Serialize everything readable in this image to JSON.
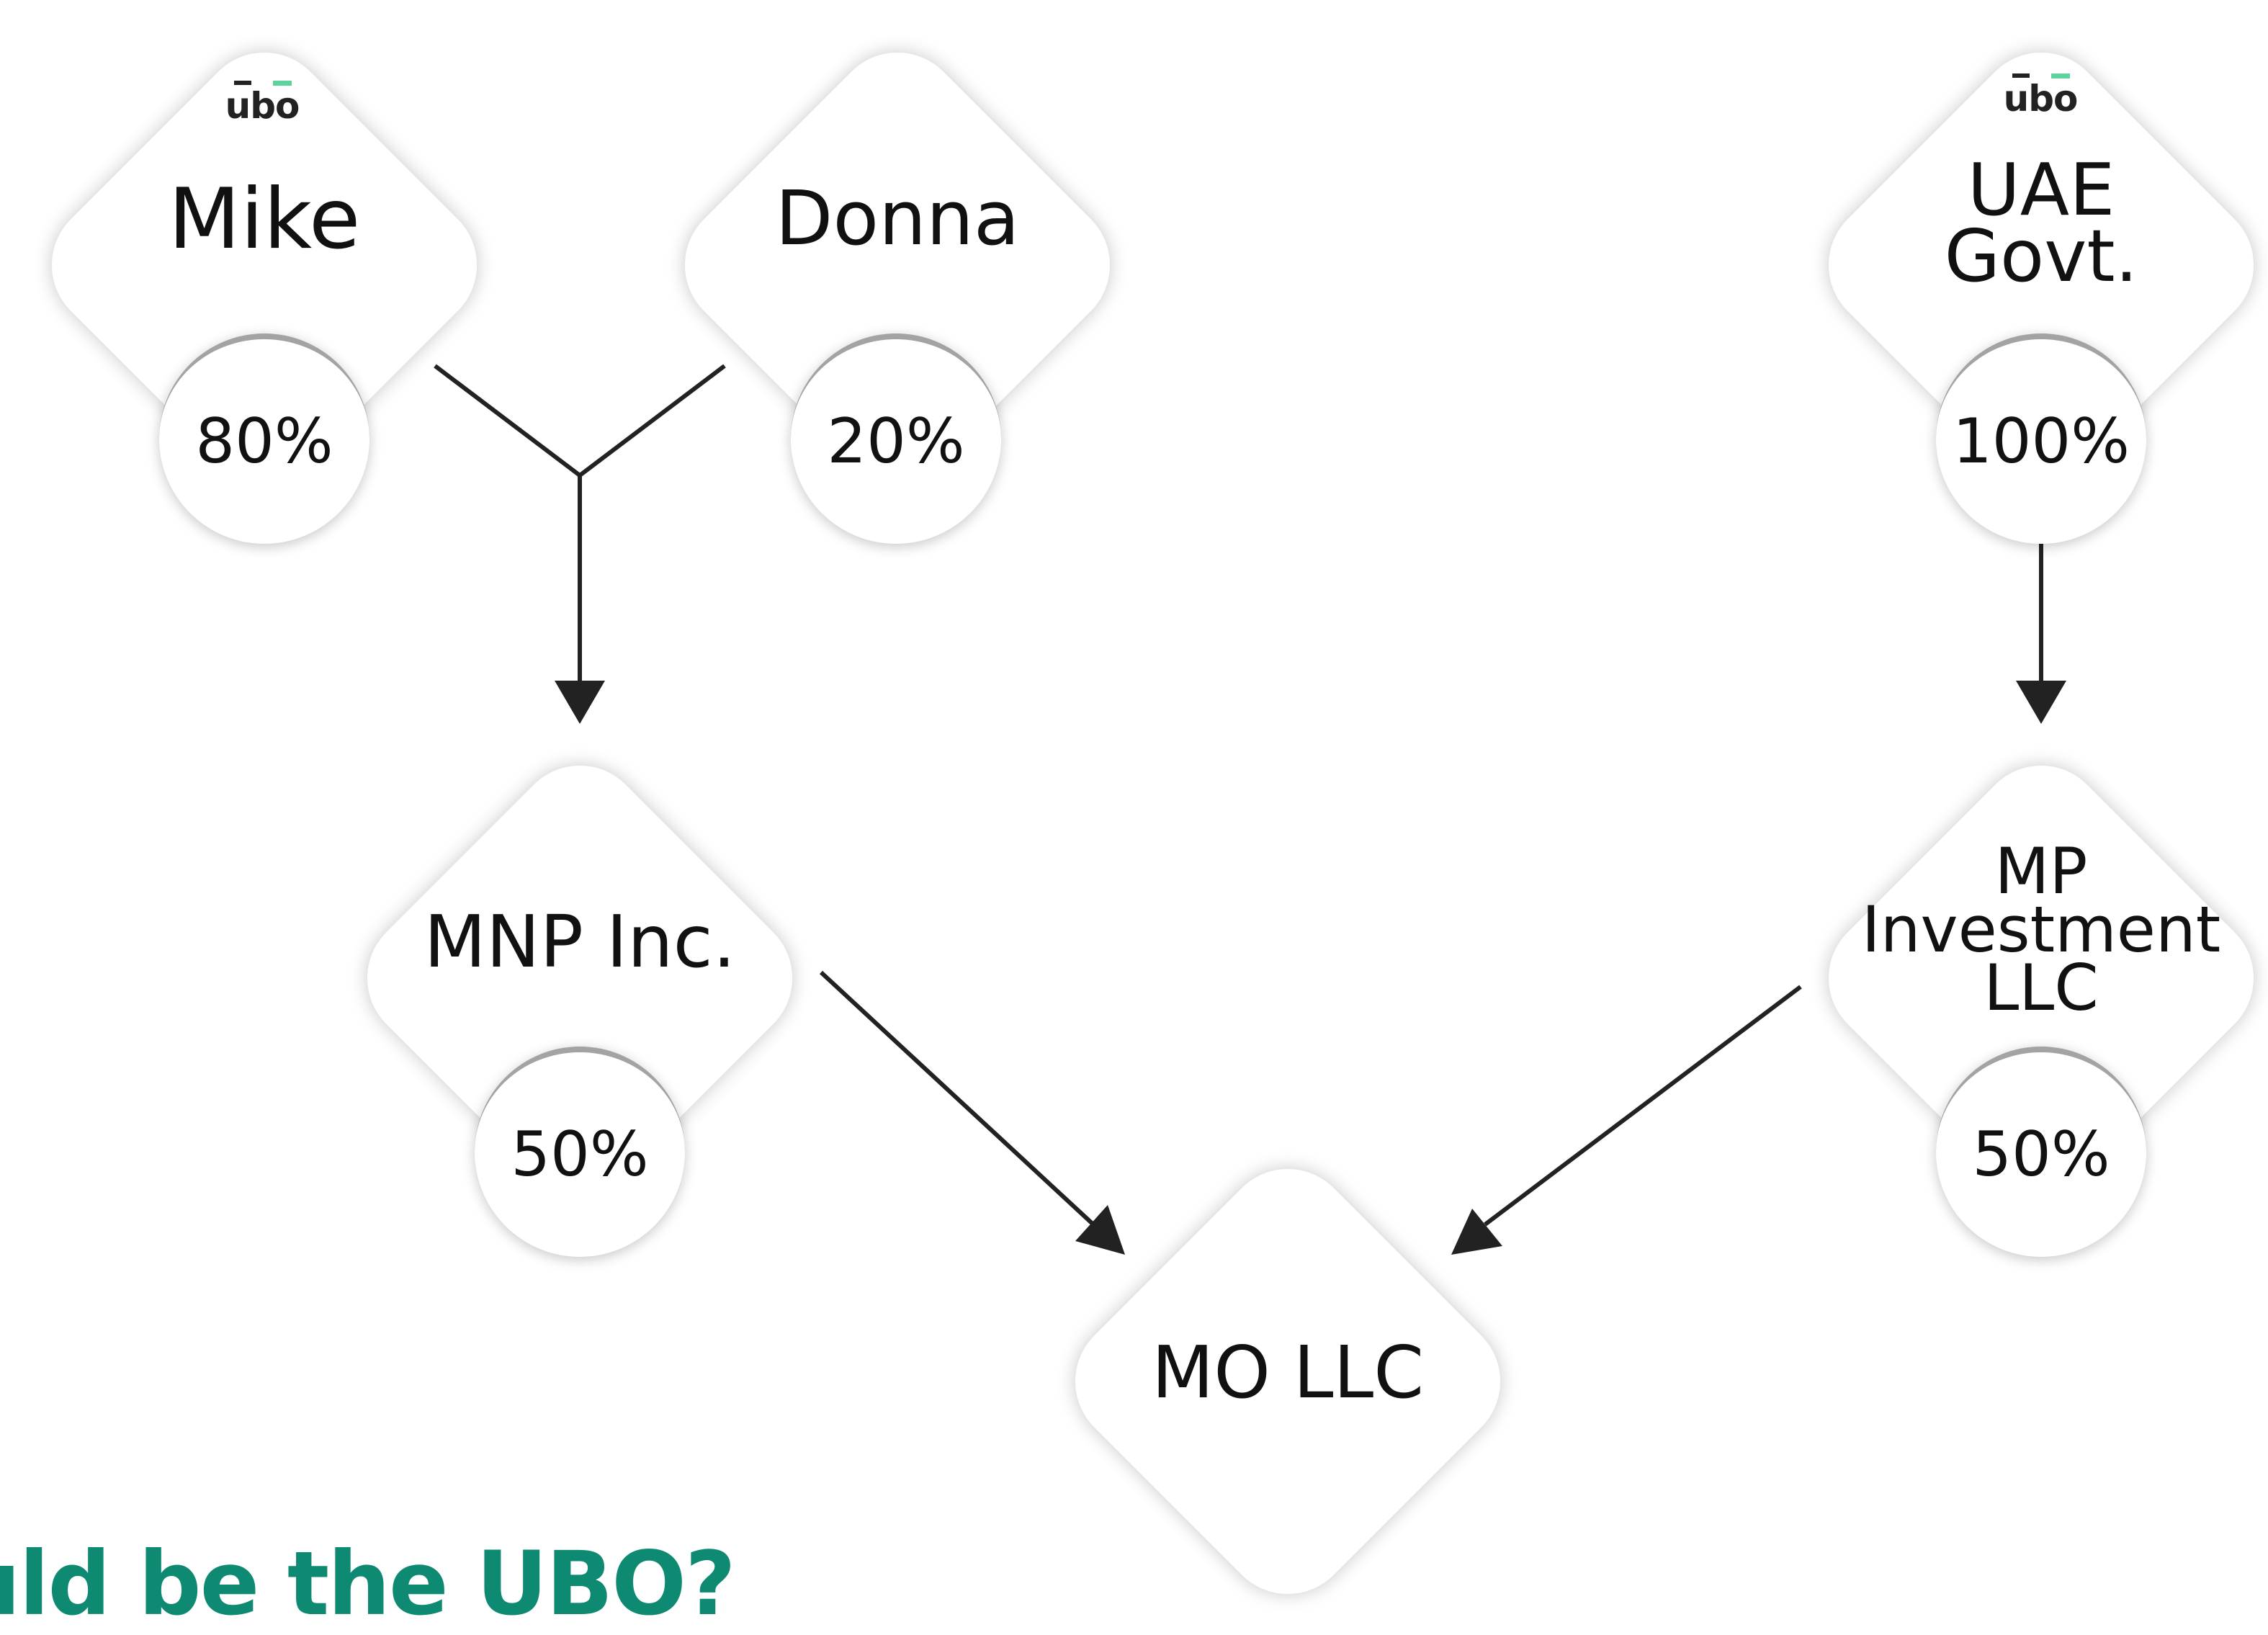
{
  "brand": {
    "logo_text": "ubo",
    "accent": "#5dd39e",
    "question_color": "#0e8a73"
  },
  "nodes": {
    "mike": {
      "name": "Mike",
      "share": "80%",
      "ubo_logo": true
    },
    "donna": {
      "name": "Donna",
      "share": "20%",
      "ubo_logo": false
    },
    "uae": {
      "name_line1": "UAE",
      "name_line2": "Govt.",
      "share": "100%",
      "ubo_logo": true
    },
    "mnp": {
      "name": "MNP Inc.",
      "share": "50%"
    },
    "mp": {
      "name_line1": "MP",
      "name_line2": "Investment",
      "name_line3": "LLC",
      "share": "50%"
    },
    "mo": {
      "name": "MO LLC"
    }
  },
  "question": "ould be the UBO?",
  "edges": [
    {
      "from": "Mike",
      "to": "MNP Inc."
    },
    {
      "from": "Donna",
      "to": "MNP Inc."
    },
    {
      "from": "UAE Govt.",
      "to": "MP Investment LLC"
    },
    {
      "from": "MNP Inc.",
      "to": "MO LLC"
    },
    {
      "from": "MP Investment LLC",
      "to": "MO LLC"
    }
  ]
}
